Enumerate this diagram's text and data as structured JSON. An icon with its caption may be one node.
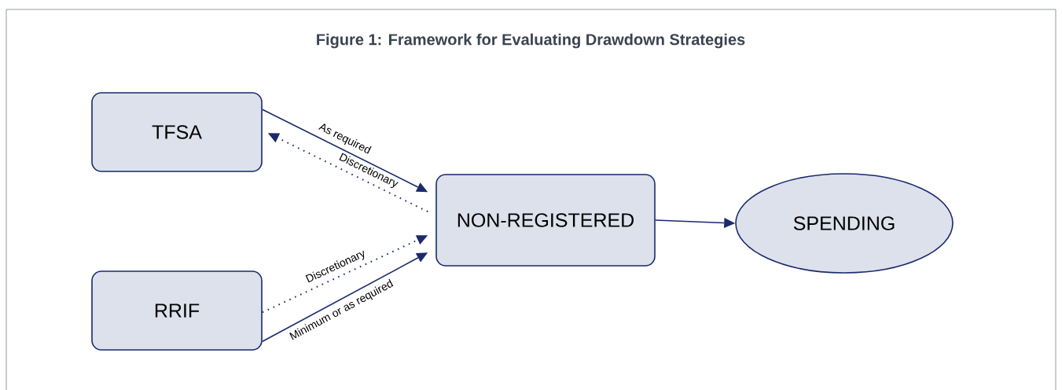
{
  "diagram": {
    "title": "Figure 1: Framework for Evaluating Drawdown Strategies",
    "nodes": [
      {
        "text": [
          "TFSA"
        ]
      },
      {
        "text": [
          "RRIF"
        ]
      },
      {
        "text": [
          "NON-REGISTERED"
        ]
      },
      {
        "text": [
          "SPENDING"
        ]
      }
    ],
    "edges": [
      {
        "from": 0,
        "to": 2,
        "arrow": "to",
        "label": "As required"
      },
      {
        "from": 2,
        "to": 0,
        "arrow": "to",
        "label": "Discretionary",
        "style": "dashed"
      },
      {
        "from": 1,
        "to": 2,
        "arrow": "to",
        "label": "Discretionary",
        "style": "dashed"
      },
      {
        "from": 1,
        "to": 2,
        "arrow": "to",
        "label": "Minimum or as required"
      },
      {
        "from": 2,
        "to": 3,
        "arrow": "to"
      }
    ]
  }
}
